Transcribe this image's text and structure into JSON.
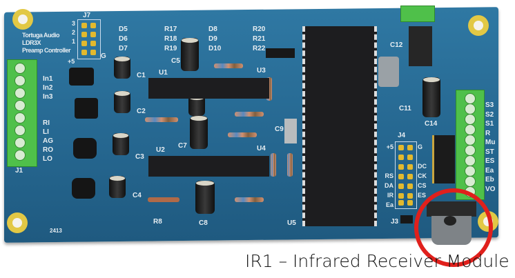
{
  "caption": "IR1 – Infrared Receiver Module",
  "board": {
    "brand_lines": [
      "Tortuga Audio",
      "LDR3X",
      "Preamp Controller"
    ],
    "labels": {
      "j7": "J7",
      "j1": "J1",
      "j3": "J3",
      "j4": "J4",
      "u1": "U1",
      "u2": "U2",
      "u3": "U3",
      "u4": "U4",
      "u5": "U5",
      "c1": "C1",
      "c2": "C2",
      "c3": "C3",
      "c4": "C4",
      "c5": "C5",
      "c7": "C7",
      "c8": "C8",
      "c9": "C9",
      "c11": "C11",
      "c12": "C12",
      "c14": "C14",
      "r8": "R8"
    },
    "top_row": [
      [
        "D5",
        "R17",
        "D8",
        "R20"
      ],
      [
        "D6",
        "R18",
        "D9",
        "R21"
      ],
      [
        "D7",
        "R19",
        "D10",
        "R22"
      ]
    ],
    "left_inputs": [
      "In1",
      "In2",
      "In3"
    ],
    "left_outputs": [
      "RI",
      "LI",
      "AG",
      "RO",
      "LO"
    ],
    "right_terminal": [
      "S3",
      "S2",
      "S1",
      "R",
      "Mu",
      "ST",
      "ES",
      "Ea",
      "Eb",
      "VO"
    ],
    "j4_left": [
      "+5",
      "",
      "",
      "RS",
      "DA",
      "IR",
      "Ea"
    ],
    "j4_right": [
      "G",
      "",
      "DC",
      "CK",
      "CS",
      "ES",
      ""
    ],
    "j7_rows": [
      "3",
      "2",
      "1",
      "+5"
    ],
    "j7_g": "G",
    "date_code": "2413"
  },
  "colors": {
    "pcb": "#2a6f9a",
    "highlight": "#e0201c",
    "terminal": "#4fc04a"
  }
}
